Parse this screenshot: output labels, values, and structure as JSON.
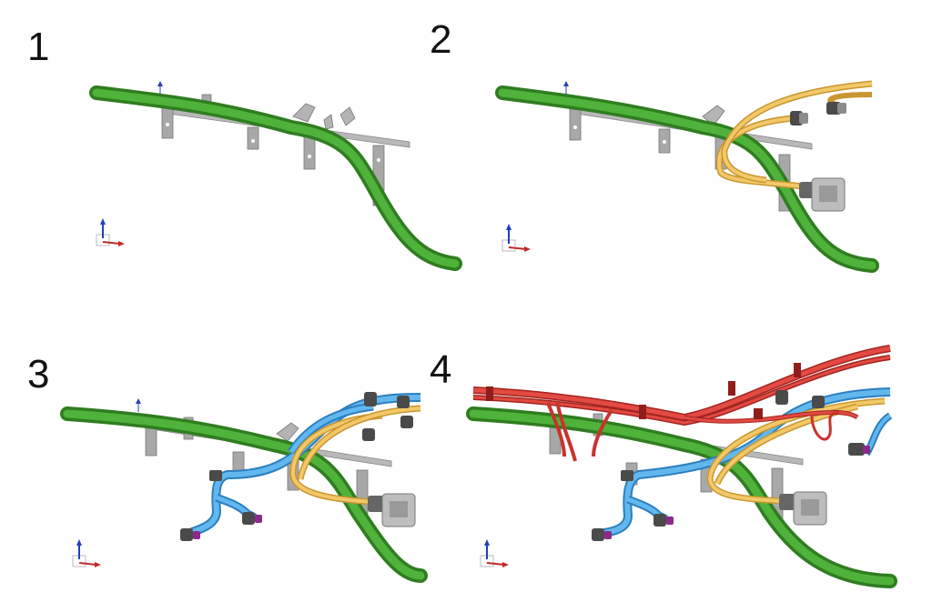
{
  "steps": [
    {
      "number": "1"
    },
    {
      "number": "2"
    },
    {
      "number": "3"
    },
    {
      "number": "4"
    }
  ],
  "colors": {
    "main_harness": "#3a9a28",
    "yellow_branch": "#e8b850",
    "blue_branch": "#4aa8e6",
    "red_branch": "#d83c36",
    "bracket": "#a8a8a8",
    "connector": "#8c8c8c",
    "connector_tip": "#8a2a8a"
  },
  "icons": [
    "coordinate-triad-icon"
  ]
}
